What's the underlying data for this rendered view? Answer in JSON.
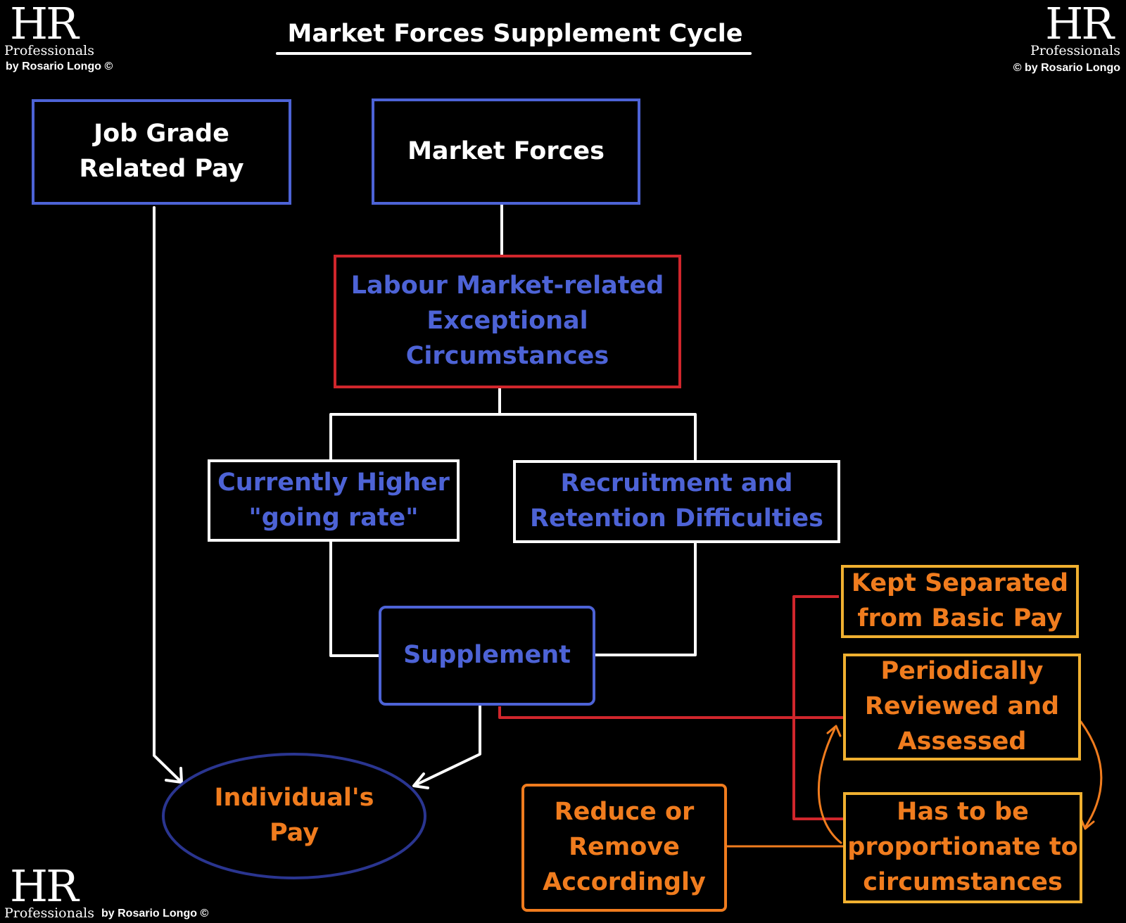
{
  "title": "Market Forces Supplement Cycle",
  "logos": {
    "top_left": {
      "mark": "HR",
      "sub": "Professionals",
      "credit": "by Rosario Longo ©"
    },
    "top_right": {
      "mark": "HR",
      "sub": "Professionals",
      "credit": "© by Rosario Longo"
    },
    "bottom_left": {
      "mark": "HR",
      "sub": "Professionals",
      "credit": "by Rosario Longo ©"
    }
  },
  "nodes": {
    "job_grade": {
      "line1": "Job Grade",
      "line2": "Related  Pay"
    },
    "market_forces": {
      "line1": "Market Forces"
    },
    "labour_market": {
      "line1": "Labour Market-related",
      "line2": "Exceptional",
      "line3": "Circumstances"
    },
    "going_rate": {
      "line1": "Currently Higher",
      "line2": "\"going rate\""
    },
    "recruitment": {
      "line1": "Recruitment and",
      "line2": "Retention Difficulties"
    },
    "supplement": {
      "line1": "Supplement"
    },
    "individual_pay": {
      "line1": "Individual's",
      "line2": "Pay"
    },
    "kept_separated": {
      "line1": "Kept Separated",
      "line2": "from Basic Pay"
    },
    "reviewed": {
      "line1": "Periodically",
      "line2": "Reviewed and",
      "line3": "Assessed"
    },
    "proportionate": {
      "line1": "Has to be",
      "line2": "proportionate to",
      "line3": "circumstances"
    },
    "reduce": {
      "line1": "Reduce or",
      "line2": "Remove",
      "line3": "Accordingly"
    }
  },
  "colors": {
    "background": "#000000",
    "white": "#ffffff",
    "blue": "#4d63d6",
    "red": "#d0262c",
    "orange": "#f07c1e",
    "gold": "#f0b030",
    "navy": "#2a3590"
  }
}
